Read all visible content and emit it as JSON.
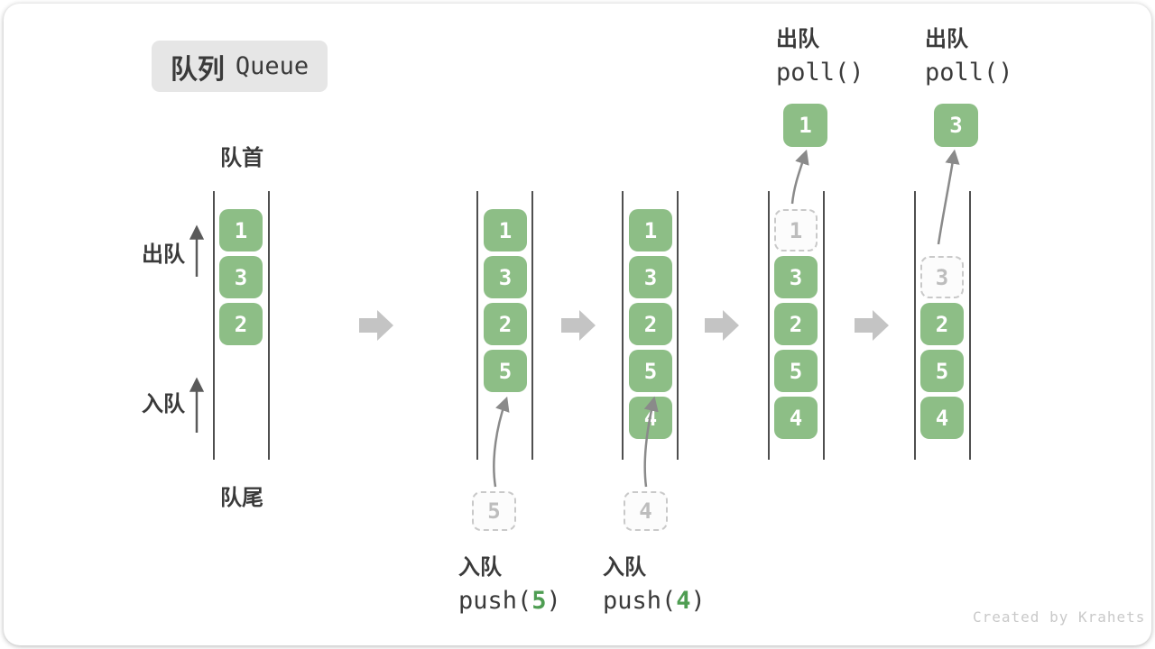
{
  "title": {
    "zh": "队列",
    "en": "Queue"
  },
  "side_labels": {
    "front": "队首",
    "rear": "队尾",
    "dequeue": "出队",
    "enqueue": "入队"
  },
  "colors": {
    "box_green": "#8DBE86",
    "code_green": "#4E9D52",
    "text_dark": "#3A3A3A",
    "ghost_border": "#C9C9C9",
    "ghost_text": "#BDBDBD",
    "block_arrow": "#C4C4C4",
    "flow_arrow": "#8A8A8A",
    "watermark": "#C9C9C9"
  },
  "states": [
    {
      "cells": [
        {
          "value": "1"
        },
        {
          "value": "3"
        },
        {
          "value": "2"
        }
      ]
    },
    {
      "cells": [
        {
          "value": "1"
        },
        {
          "value": "3"
        },
        {
          "value": "2"
        },
        {
          "value": "5"
        }
      ],
      "incoming_value": "5"
    },
    {
      "cells": [
        {
          "value": "1"
        },
        {
          "value": "3"
        },
        {
          "value": "2"
        },
        {
          "value": "5"
        },
        {
          "value": "4"
        }
      ],
      "incoming_value": "4"
    },
    {
      "ghost_value": "1",
      "cells": [
        {
          "value": "3"
        },
        {
          "value": "2"
        },
        {
          "value": "5"
        },
        {
          "value": "4"
        }
      ],
      "out_value": "1"
    },
    {
      "ghost_value": "3",
      "cells": [
        {
          "value": "2"
        },
        {
          "value": "5"
        },
        {
          "value": "4"
        }
      ],
      "out_value": "3"
    }
  ],
  "operations": {
    "push5": {
      "label": "入队",
      "fn": "push(",
      "arg": "5",
      "close": ")"
    },
    "push4": {
      "label": "入队",
      "fn": "push(",
      "arg": "4",
      "close": ")"
    },
    "poll1": {
      "label": "出队",
      "code": "poll()"
    },
    "poll2": {
      "label": "出队",
      "code": "poll()"
    }
  },
  "watermark": "Created by Krahets"
}
